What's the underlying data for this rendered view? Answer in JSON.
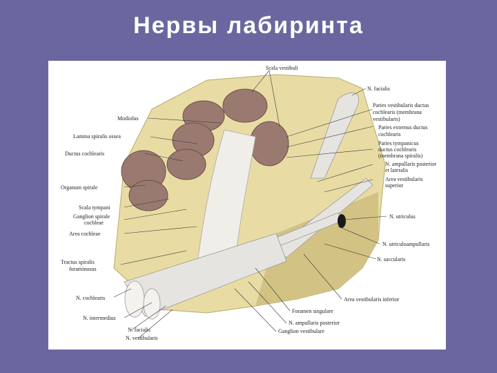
{
  "slide": {
    "title": "Нервы лабиринта"
  },
  "labels": {
    "scala_vestibuli": "Scala vestibuli",
    "n_facialis_top": "N. facialis",
    "paries_vestibularis_1": "Paries vestibularis ductus",
    "paries_vestibularis_2": "cochlearis (membrana",
    "paries_vestibularis_3": "vestibularis)",
    "paries_externus_1": "Paries externus ductus",
    "paries_externus_2": "cochlearis",
    "paries_tympanicus_1": "Paries tympanicus",
    "paries_tympanicus_2": "ductus cochlearis",
    "paries_tympanicus_3": "(membrana spiralis)",
    "n_ampullaris_post_lat_1": "N. ampullaris posterior",
    "n_ampullaris_post_lat_2": "et lateralis",
    "area_vest_sup_1": "Area vestibularis",
    "area_vest_sup_2": "superior",
    "n_utriculus": "N. utriculus",
    "n_utriculoampullaris": "N. utriculoampullaris",
    "n_saccularis": "N. saccularis",
    "area_vest_inf": "Area vestibularis inferior",
    "foramen_singulare": "Foramen singulare",
    "n_ampullaris_posterior": "N. ampullaris posterior",
    "ganglion_vestibulare": "Ganglion vestibulare",
    "modiolus": "Modiolus",
    "lamina_spiralis": "Lamina spiralis ossea",
    "ductus_cochlearis": "Ductus cochlearis",
    "organum_spirale": "Organum spirale",
    "scala_tympani": "Scala tympani",
    "ganglion_spirale_1": "Ganglion spirale",
    "ganglion_spirale_2": "cochleae",
    "area_cochleae": "Area cochleae",
    "tractus_1": "Tractus spiralis",
    "tractus_2": "foraminosus",
    "n_cochlearis": "N. cochlearis",
    "n_intermedius": "N. intermedius",
    "n_facialis_bottom": "N. facialis",
    "n_vestibularis": "N. vestibularis"
  },
  "colors": {
    "background": "#6a67a0",
    "bone": "#e8dca4",
    "bone_shadow": "#d2c384",
    "nerve": "#e6e4e0",
    "cavity": "#9a7a70"
  }
}
